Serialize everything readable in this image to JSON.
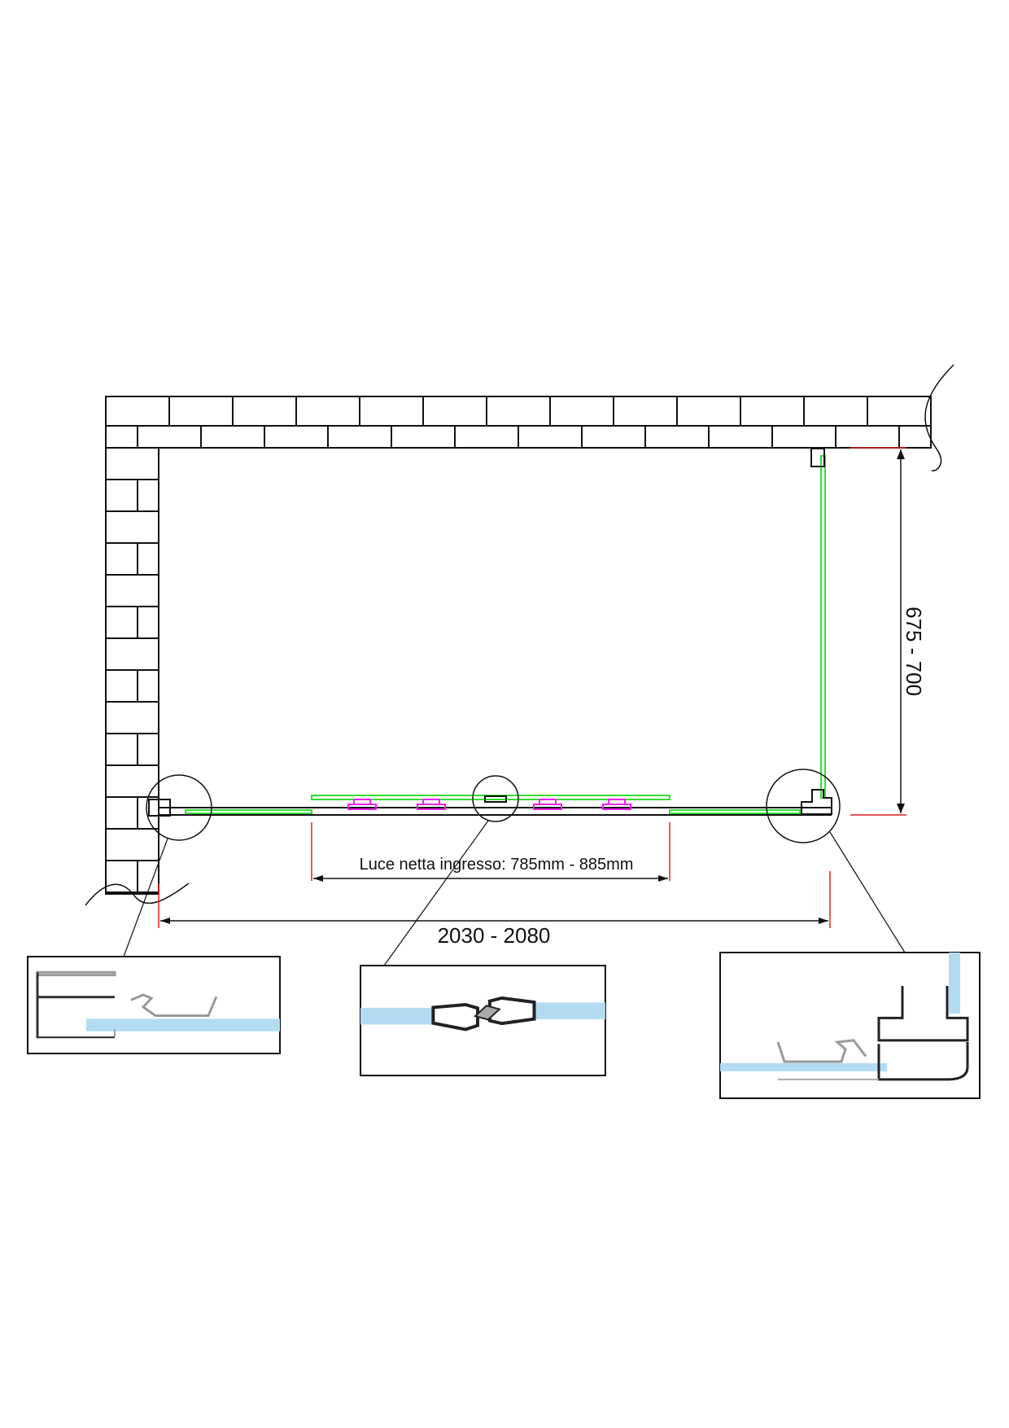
{
  "dimensions": {
    "depth": "675 - 700",
    "entrance": "Luce netta ingresso: 785mm - 885mm",
    "width": "2030 - 2080"
  },
  "colors": {
    "glass": "#33dd33",
    "rollers": "#ee22ee",
    "dimension_marks": "#dd2222",
    "detail_glass": "#b3dcf2"
  }
}
